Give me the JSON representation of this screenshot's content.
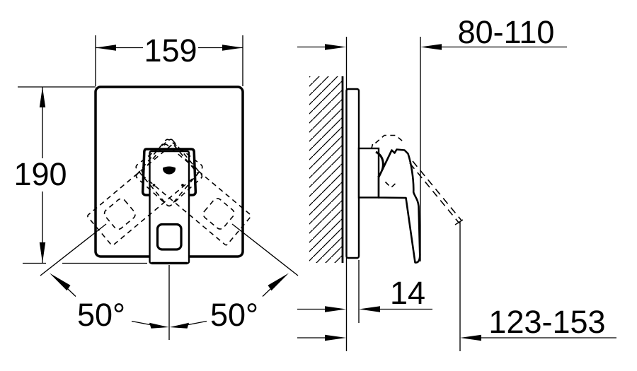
{
  "drawing_type": "installation-dimension-drawing",
  "front_view": {
    "width_label": "159",
    "height_label": "190",
    "swing_left_label": "50°",
    "swing_right_label": "50°"
  },
  "side_view": {
    "wall_to_lever_label": "80-110",
    "plate_thickness_label": "14",
    "wall_to_open_lever_label": "123-153"
  },
  "colors": {
    "line": "#000000",
    "background": "#ffffff"
  }
}
